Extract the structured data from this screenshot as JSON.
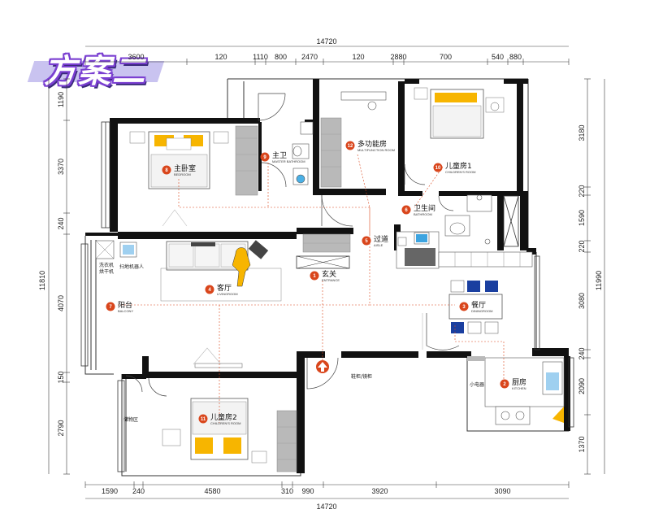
{
  "title": "方案二",
  "top_total": "14720",
  "top_segments": [
    "3600",
    "120",
    "1110",
    "800",
    "2470",
    "120",
    "2880",
    "700",
    "540",
    "880"
  ],
  "bottom_total": "14720",
  "bottom_segments": [
    "1590",
    "240",
    "4580",
    "310",
    "990",
    "3920",
    "3090"
  ],
  "left_total": "11810",
  "left_segments": [
    "1190",
    "3370",
    "240",
    "4070",
    "150",
    "2790"
  ],
  "right_total": "11990",
  "right_segments": [
    "3180",
    "220",
    "1590",
    "220",
    "3080",
    "240",
    "2090",
    "1370"
  ],
  "rooms": [
    {
      "num": "1",
      "name": "玄关",
      "sub": "ENTRANCE"
    },
    {
      "num": "2",
      "name": "厨房",
      "sub": "KITCHEN"
    },
    {
      "num": "3",
      "name": "餐厅",
      "sub": "DININGROOM"
    },
    {
      "num": "4",
      "name": "客厅",
      "sub": "LIVINGROOM"
    },
    {
      "num": "5",
      "name": "过道",
      "sub": "AISLE"
    },
    {
      "num": "6",
      "name": "卫生间",
      "sub": "BATHROOM"
    },
    {
      "num": "7",
      "name": "阳台",
      "sub": "BALCONY"
    },
    {
      "num": "8",
      "name": "主卧室",
      "sub": "BEDROOM"
    },
    {
      "num": "9",
      "name": "主卫",
      "sub": "MASTER BATHROOM"
    },
    {
      "num": "10",
      "name": "儿童房1",
      "sub": "CHILDREN'S ROOM"
    },
    {
      "num": "11",
      "name": "儿童房2",
      "sub": "CHILDREN'S ROOM"
    },
    {
      "num": "12",
      "name": "多功能房",
      "sub": "MULTIFUNCTION ROOM"
    }
  ],
  "labels": {
    "washer": "洗衣机",
    "dryer": "烘干机",
    "robot": "扫地机器人",
    "shoe_cabinet": "鞋柜/镜柜",
    "appliance": "小电器",
    "storage": "储物区"
  },
  "colors": {
    "accent": "#d9461c",
    "wall": "#111111",
    "dim": "#3a3a3a",
    "cabinet": "#b5b5b5",
    "title_stroke": "#7a3fd1"
  }
}
